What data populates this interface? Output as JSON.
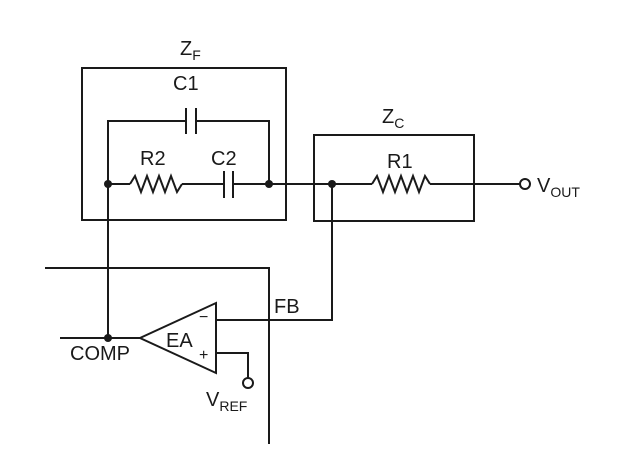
{
  "labels": {
    "zf_main": "Z",
    "zf_sub": "F",
    "zc_main": "Z",
    "zc_sub": "C",
    "c1": "C1",
    "c2": "C2",
    "r1": "R1",
    "r2": "R2",
    "vout_main": "V",
    "vout_sub": "OUT",
    "vref_main": "V",
    "vref_sub": "REF",
    "ea": "EA",
    "fb": "FB",
    "comp": "COMP",
    "minus": "−",
    "plus": "+"
  },
  "colors": {
    "line": "#1a1a1a",
    "background": "#ffffff"
  }
}
